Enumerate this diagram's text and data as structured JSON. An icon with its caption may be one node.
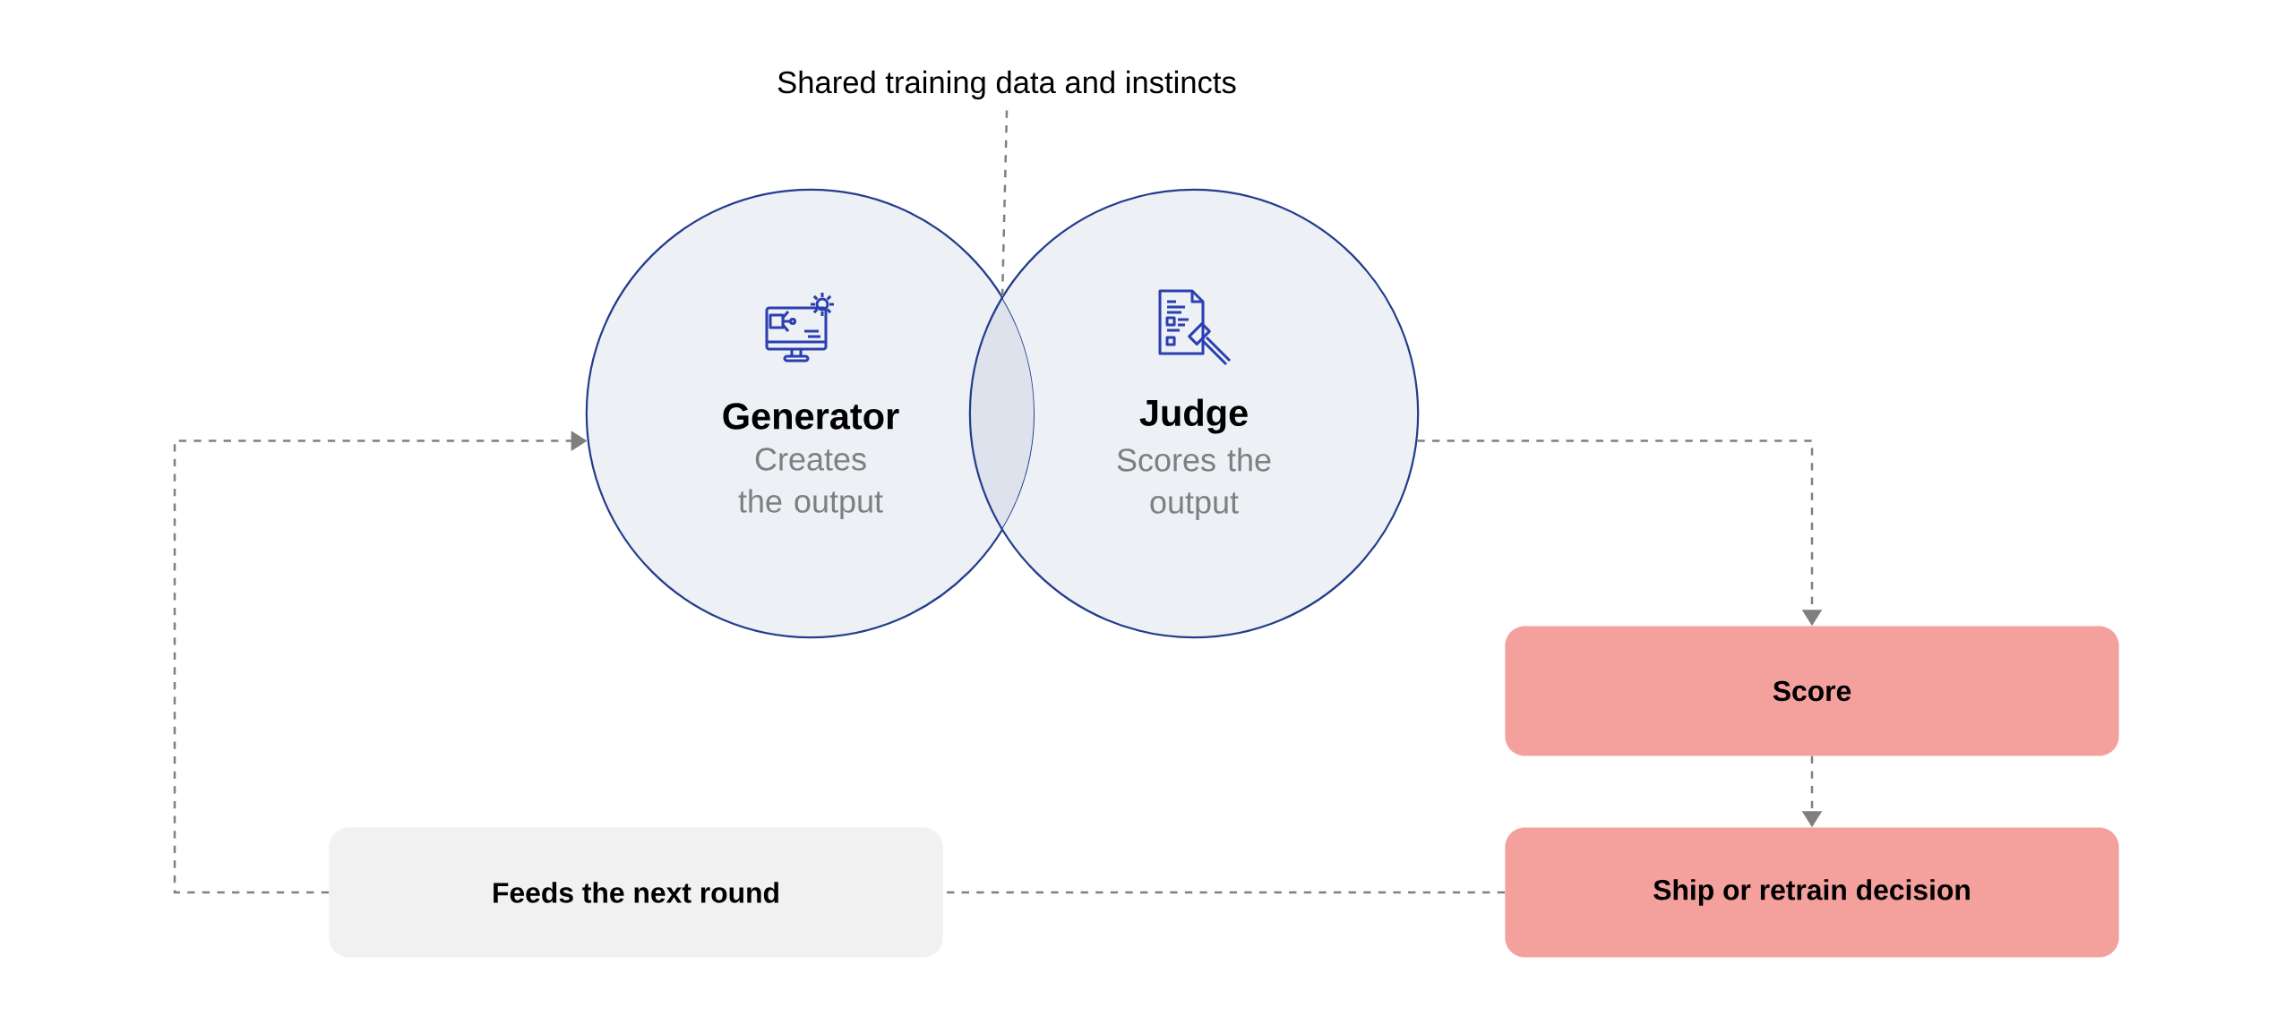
{
  "diagram": {
    "nodes": [
      {
        "text": [
          "Shared training data and instincts"
        ]
      },
      {
        "text": [
          "Generator",
          "Creates the output"
        ]
      },
      {
        "text": [
          "Judge",
          "Scores the output"
        ]
      },
      {
        "text": [
          "Score"
        ]
      },
      {
        "text": [
          "Ship or retrain decision"
        ]
      },
      {
        "text": [
          "Feeds the next round"
        ]
      },
      {
        "text": [],
        "shape": "lens"
      }
    ],
    "edges": [
      {
        "from": 0,
        "to": 6,
        "arrow": "none",
        "style": "dashed"
      },
      {
        "from": 2,
        "to": 3,
        "arrow": "to",
        "style": "dashed"
      },
      {
        "from": 3,
        "to": 4,
        "arrow": "to",
        "style": "dashed"
      },
      {
        "from": 4,
        "to": 5,
        "arrow": "none",
        "style": "dashed"
      },
      {
        "from": 5,
        "to": 1,
        "arrow": "to",
        "style": "dashed"
      }
    ]
  }
}
